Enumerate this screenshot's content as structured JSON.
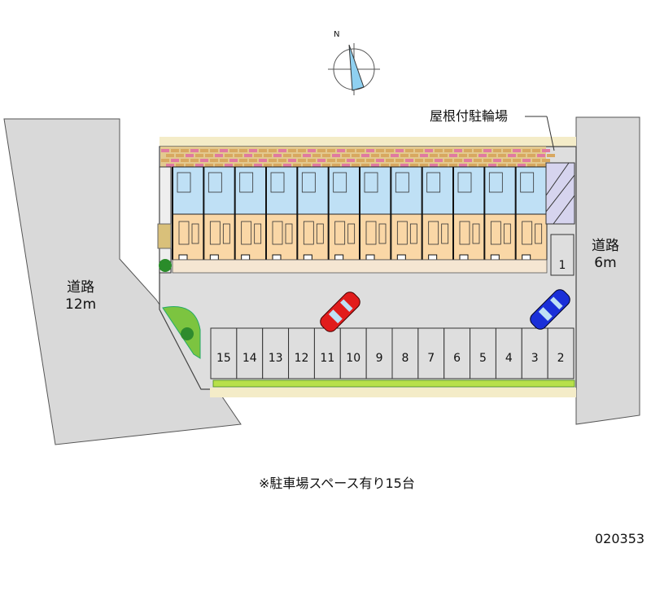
{
  "compass": {
    "label": "N"
  },
  "roads": {
    "left": {
      "name": "道路",
      "width": "12m"
    },
    "right": {
      "name": "道路",
      "width": "6m"
    }
  },
  "bicycle_parking_label": "屋根付駐輪場",
  "parking": {
    "spaces_bottom_row": [
      "15",
      "14",
      "13",
      "12",
      "11",
      "10",
      "9",
      "8",
      "7",
      "6",
      "5",
      "4",
      "3",
      "2"
    ],
    "space_side": "1",
    "note": "※駐車場スペース有り15台"
  },
  "building": {
    "unit_count": 12
  },
  "cars": [
    {
      "color": "#e11c1c"
    },
    {
      "color": "#1a2fd8"
    }
  ],
  "property_code": "020353"
}
